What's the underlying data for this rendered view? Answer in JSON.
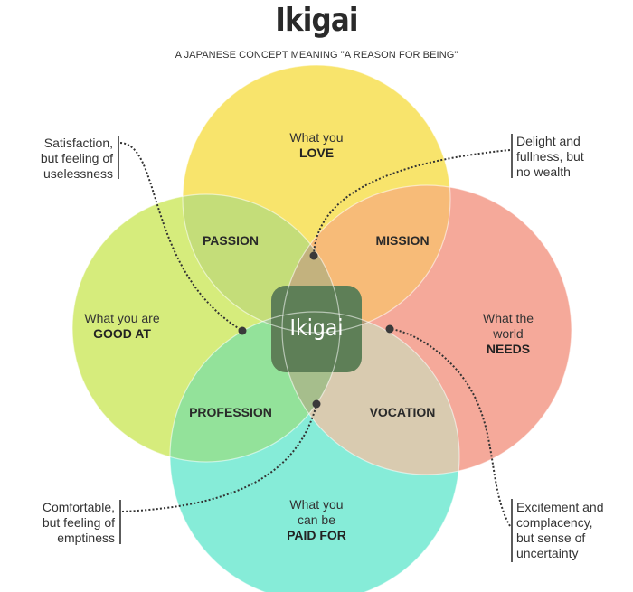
{
  "title": "Ikigai",
  "subtitle": "A JAPANESE CONCEPT MEANING \"A REASON FOR BEING\"",
  "circles": {
    "love": {
      "line1": "What you",
      "line2": "",
      "strong": "LOVE",
      "color": "#f8e46c"
    },
    "good_at": {
      "line1": "What you are",
      "line2": "",
      "strong": "GOOD AT",
      "color": "#d6ec7c"
    },
    "needs": {
      "line1": "What the",
      "line2": "world",
      "strong": "NEEDS",
      "color": "#f5a99a"
    },
    "paid": {
      "line1": "What you",
      "line2": "can be",
      "strong": "PAID FOR",
      "color": "#86ecd8"
    }
  },
  "overlaps": {
    "passion": "PASSION",
    "mission": "MISSION",
    "profession": "PROFESSION",
    "vocation": "VOCATION",
    "center": "Ikigai"
  },
  "colors": {
    "passion": "#c4dd79",
    "mission": "#f7bb78",
    "profession": "#93e29a",
    "vocation": "#d9cbb0",
    "love_good_needs": "#c3b27e",
    "love_good_paid": "#a4c896",
    "good_paid_needs": "#a6be8c",
    "love_needs_paid": "#b59d7a",
    "center": "#5e7f57"
  },
  "notes": {
    "top_left": [
      "Satisfaction,",
      "but feeling of",
      "uselessness"
    ],
    "top_right": [
      "Delight and",
      "fullness, but",
      "no wealth"
    ],
    "bottom_left": [
      "Comfortable,",
      "but feeling of",
      "emptiness"
    ],
    "bottom_right": [
      "Excitement and",
      "complacency,",
      "but sense of",
      "uncertainty"
    ]
  }
}
